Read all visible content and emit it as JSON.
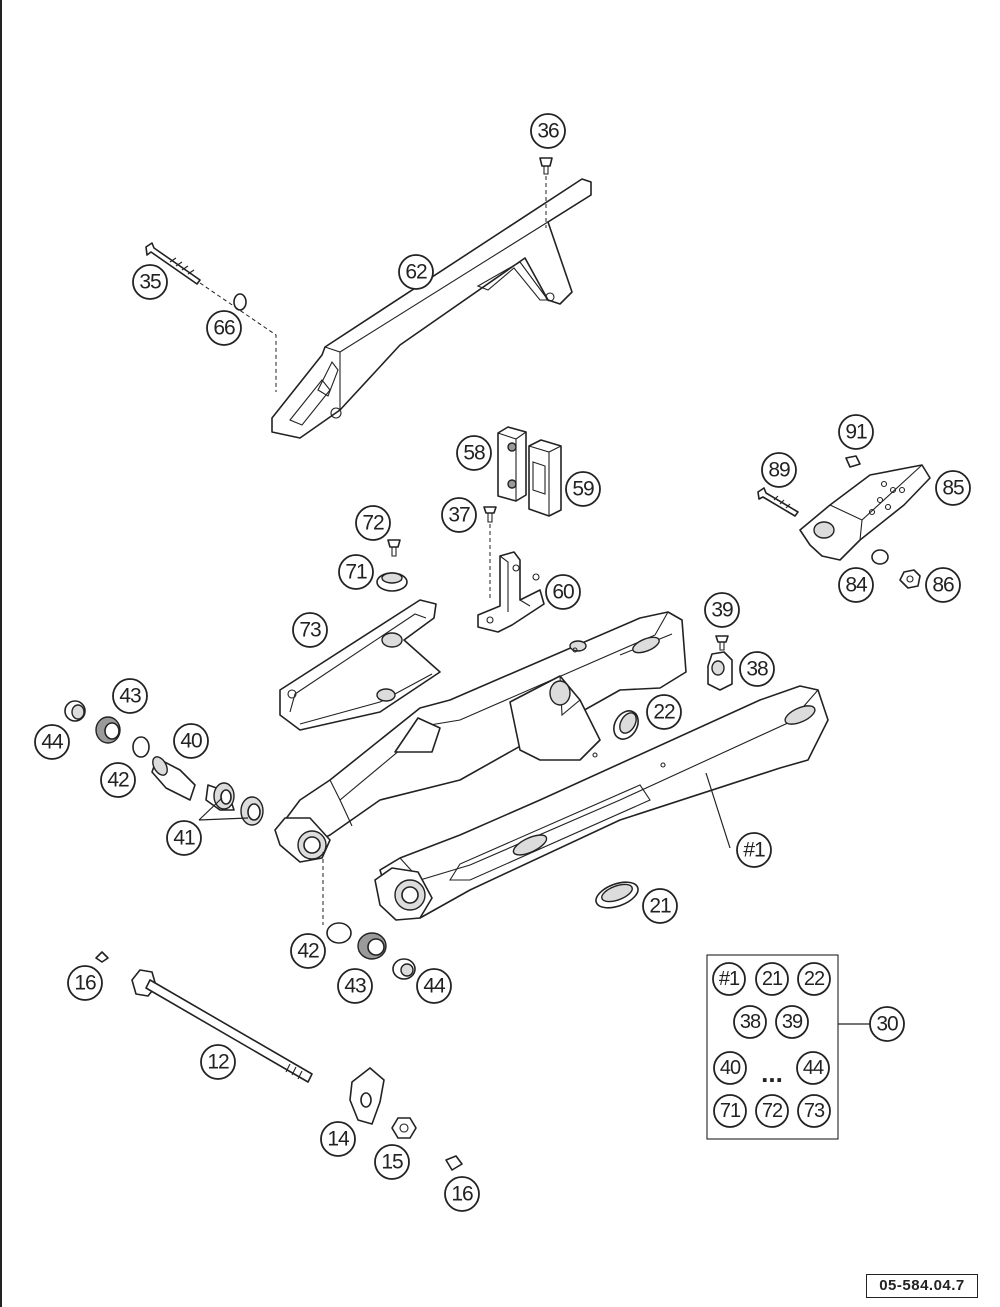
{
  "callouts": {
    "c36": "36",
    "c35": "35",
    "c62": "62",
    "c66": "66",
    "c58": "58",
    "c59": "59",
    "c37": "37",
    "c60": "60",
    "c72": "72",
    "c71": "71",
    "c73": "73",
    "c91": "91",
    "c89": "89",
    "c85": "85",
    "c84": "84",
    "c86": "86",
    "c39": "39",
    "c38": "38",
    "c22": "22",
    "c43a": "43",
    "c44a": "44",
    "c40": "40",
    "c42a": "42",
    "c41": "41",
    "c1": "#1",
    "c21": "21",
    "c42b": "42",
    "c43b": "43",
    "c44b": "44",
    "c16a": "16",
    "c12": "12",
    "c14": "14",
    "c15": "15",
    "c16b": "16"
  },
  "kit": {
    "label": "30",
    "items": {
      "k1": "#1",
      "k21": "21",
      "k22": "22",
      "k38": "38",
      "k39": "39",
      "k40": "40",
      "dots": "...",
      "k44": "44",
      "k71": "71",
      "k72": "72",
      "k73": "73"
    }
  },
  "drawing_number": "05-584.04.7"
}
